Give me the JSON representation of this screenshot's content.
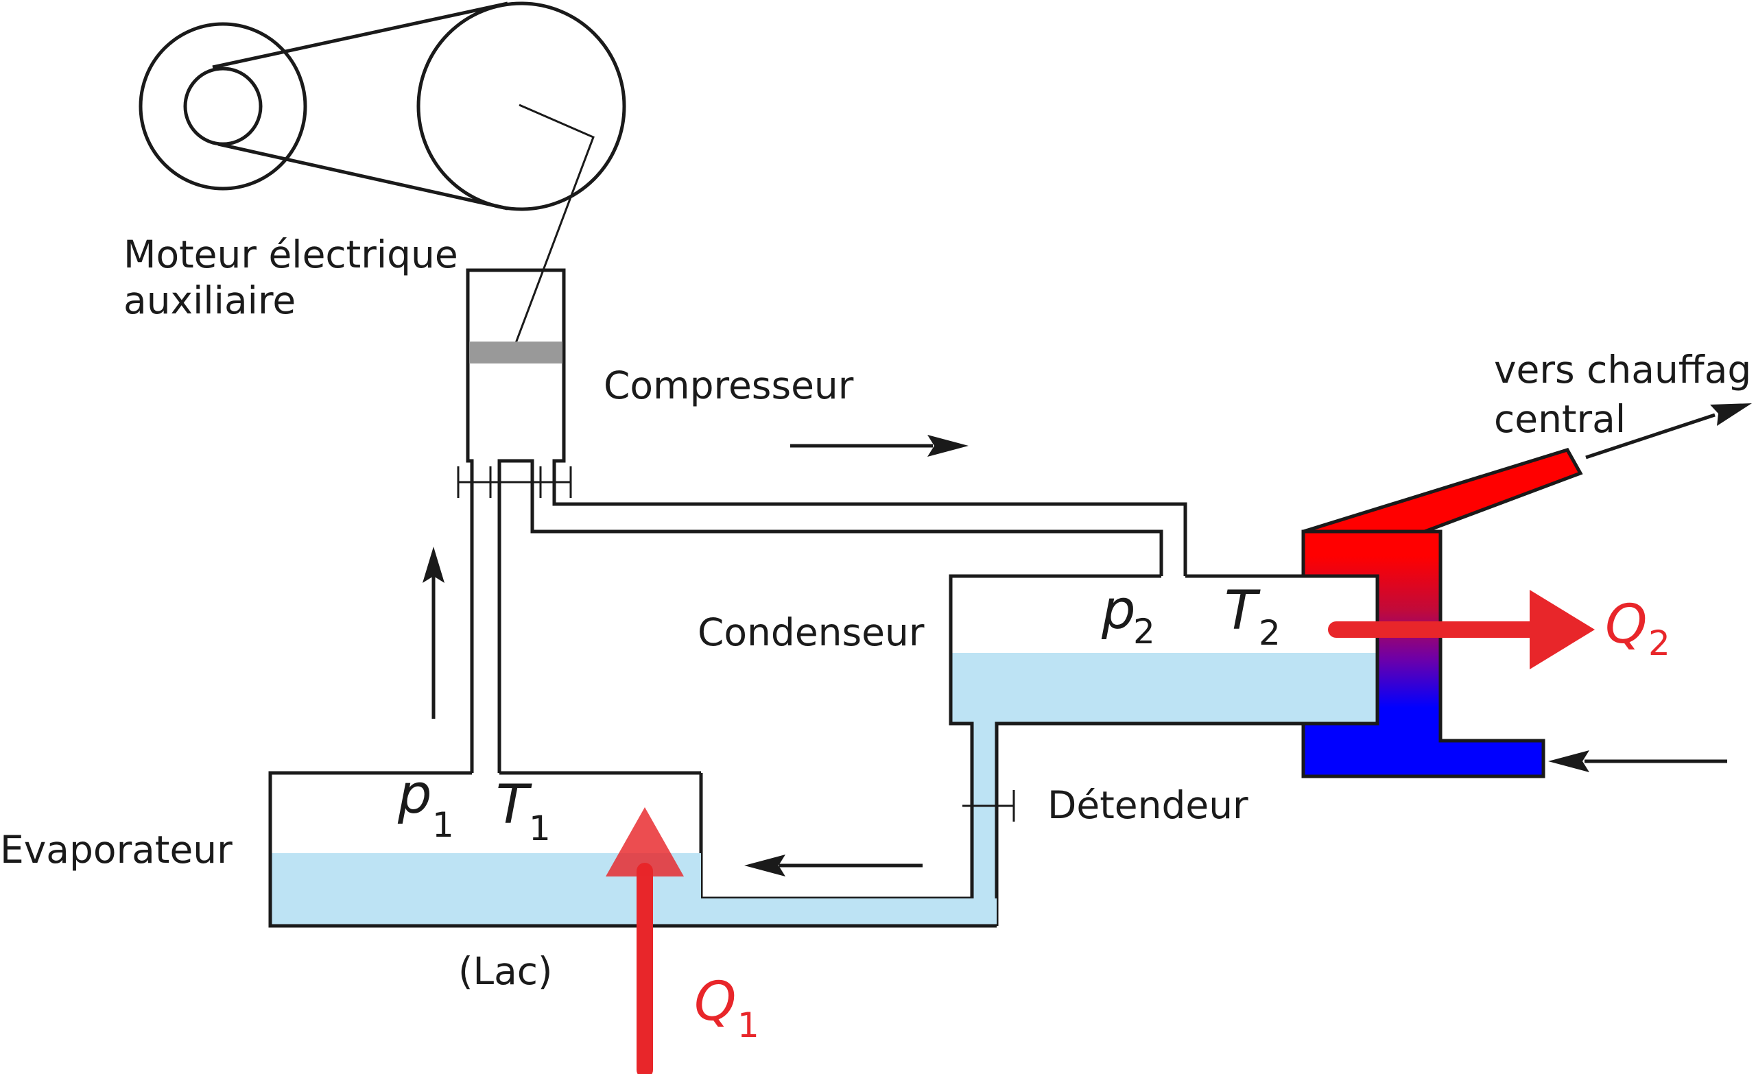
{
  "labels": {
    "motor_line1": "Moteur électrique",
    "motor_line2": "auxiliaire",
    "compressor": "Compresseur",
    "condenser": "Condenseur",
    "evaporator": "Evaporateur",
    "expander": "Détendeur",
    "lake": "(Lac)",
    "heating_line1": "vers chauffag",
    "heating_line2": "central"
  },
  "symbols": {
    "p1": {
      "base": "p",
      "sub": "1"
    },
    "T1": {
      "base": "T",
      "sub": "1"
    },
    "p2": {
      "base": "p",
      "sub": "2"
    },
    "T2": {
      "base": "T",
      "sub": "2"
    },
    "Q1": {
      "base": "Q",
      "sub": "1"
    },
    "Q2": {
      "base": "Q",
      "sub": "2"
    }
  },
  "colors": {
    "line": "#1a1a1a",
    "liquid": "#bde3f4",
    "heat_arrow": "#e8262a",
    "hot": "#ff0000",
    "cold": "#0000ff",
    "piston": "#999999"
  }
}
